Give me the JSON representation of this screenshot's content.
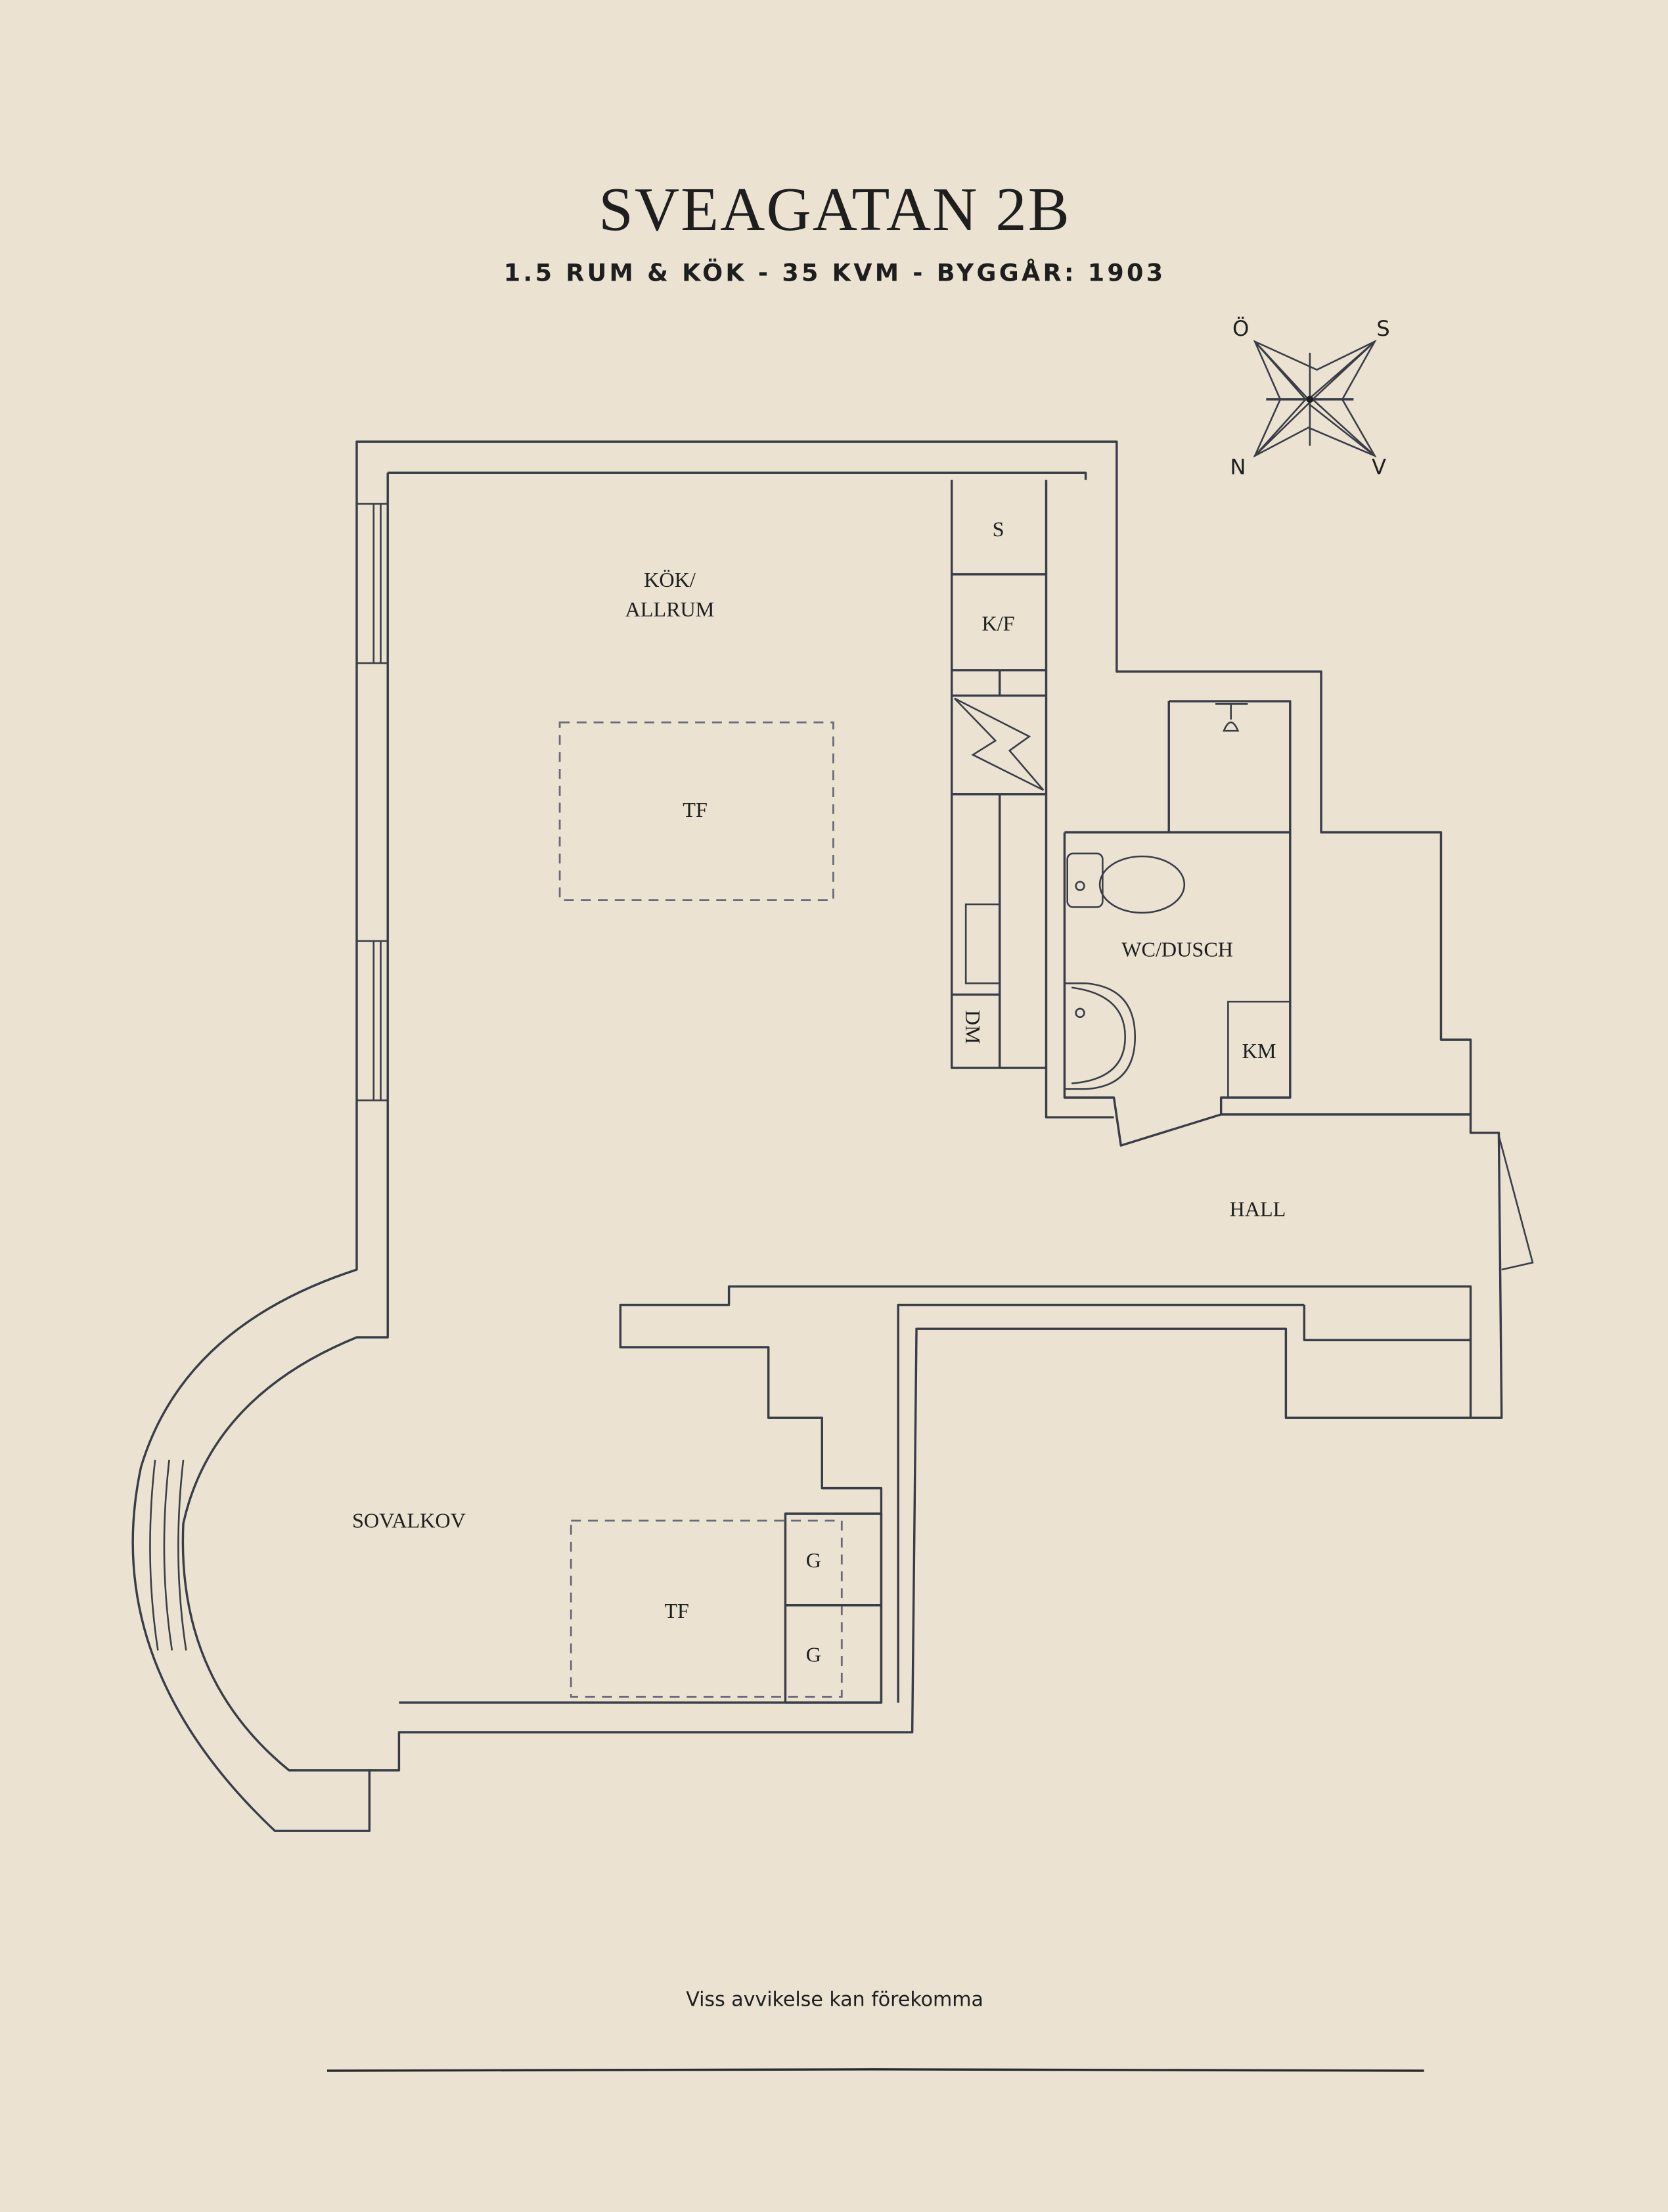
{
  "header": {
    "title": "SVEAGATAN 2B",
    "subtitle": "1.5 RUM & KÖK  -  35 KVM  -  BYGGÅR: 1903"
  },
  "compass": {
    "top_left": "Ö",
    "top_right": "S",
    "bottom_left": "N",
    "bottom_right": "V"
  },
  "rooms": {
    "kitchen_line1": "KÖK/",
    "kitchen_line2": "ALLRUM",
    "kitchen_table": "TF",
    "stove_s": "S",
    "fridge": "K/F",
    "dishwasher": "DM",
    "bathroom": "WC/DUSCH",
    "washer": "KM",
    "hall": "HALL",
    "alcove": "SOVALKOV",
    "alcove_bed": "TF",
    "wardrobe_1": "G",
    "wardrobe_2": "G"
  },
  "footer": {
    "disclaimer": "Viss avvikelse kan förekomma"
  },
  "colors": {
    "background": "#ebe2d2",
    "line": "#3a3d48",
    "text": "#1e1e1e"
  }
}
